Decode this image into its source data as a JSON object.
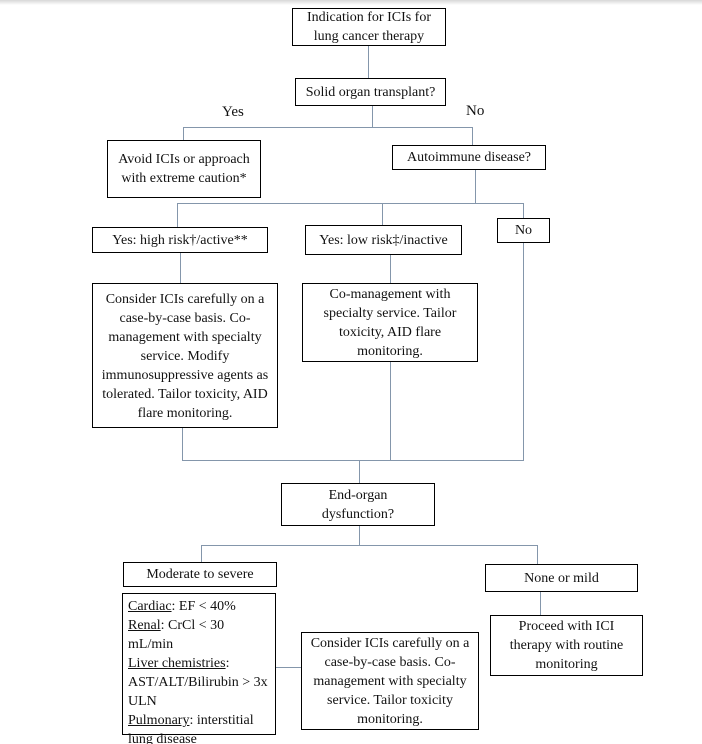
{
  "page": {
    "connector_color": "#8496ab",
    "box_border_color": "#000000",
    "background": "#ffffff"
  },
  "labels": {
    "yes": "Yes",
    "no": "No"
  },
  "nodes": {
    "indication": "Indication for ICIs for lung cancer therapy",
    "solid_organ": "Solid organ transplant?",
    "avoid": "Avoid ICIs or approach with extreme caution*",
    "autoimmune": "Autoimmune disease?",
    "high_risk": "Yes: high risk†/active**",
    "low_risk": "Yes: low risk‡/inactive",
    "no_box": "No",
    "consider_case_by_case": "Consider ICIs carefully on a case-by-case basis. Co-management with specialty service. Modify immunosuppressive agents as tolerated. Tailor toxicity, AID flare monitoring.",
    "comanagement": "Co-management with specialty service. Tailor toxicity, AID flare monitoring.",
    "end_organ": "End-organ dysfunction?",
    "moderate_severe": "Moderate to severe",
    "none_mild": "None or mild",
    "consider_bottom": "Consider ICIs carefully on a case-by-case basis. Co-management with specialty service. Tailor toxicity monitoring.",
    "proceed": "Proceed with ICI therapy with routine monitoring"
  },
  "criteria_box": {
    "lines": [
      {
        "u": "Cardiac",
        "rest": ": EF < 40%"
      },
      {
        "u": "Renal",
        "rest": ": CrCl < 30 mL/min"
      },
      {
        "u": "Liver chemistries",
        "rest": ":"
      },
      {
        "u": "",
        "rest": "AST/ALT/Bilirubin > 3x ULN"
      },
      {
        "u": "Pulmonary",
        "rest": ": interstitial lung disease"
      }
    ]
  }
}
